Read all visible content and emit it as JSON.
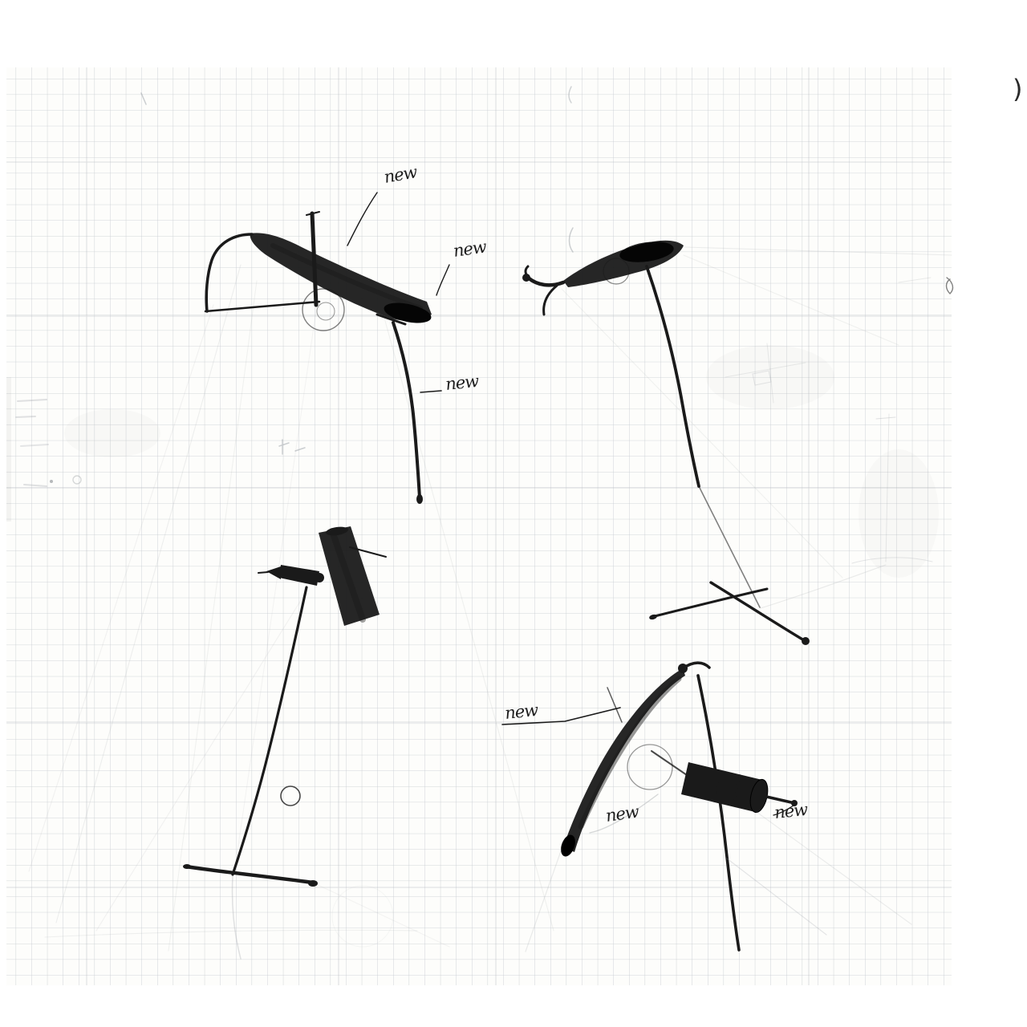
{
  "artwork": {
    "title": "Lamp design sketches on squared graph paper",
    "medium": "pencil sketch",
    "colors": {
      "paper": "#fdfdfb",
      "grid": "#c5c9ce",
      "ink": "#1a1a1a",
      "faint_pencil": "#8d9298"
    }
  },
  "marks": {
    "paren_top_right": ")"
  },
  "annotations": [
    {
      "text": "new",
      "near": "top-left lamp shade"
    },
    {
      "text": "new",
      "near": "top-left lamp head"
    },
    {
      "text": "new",
      "near": "below top-left lamp"
    },
    {
      "text": "new",
      "near": "bottom-right lamp blade shade"
    },
    {
      "text": "new",
      "near": "bottom-right lamp base"
    },
    {
      "text": "new",
      "near": "bottom-right lamp cylinder head"
    }
  ],
  "sketches": [
    {
      "id": "lamp-top-left",
      "description": "angled desk lamp with tripod stand and long rear leg"
    },
    {
      "id": "lamp-top-right",
      "description": "tilted lamp head with long leg reaching a crossed base"
    },
    {
      "id": "lamp-middle-left",
      "description": "upright cylindrical shade on a long thin leg with bar foot"
    },
    {
      "id": "lamp-bottom-right",
      "description": "curved blade shade with cylindrical head and splayed legs"
    }
  ]
}
